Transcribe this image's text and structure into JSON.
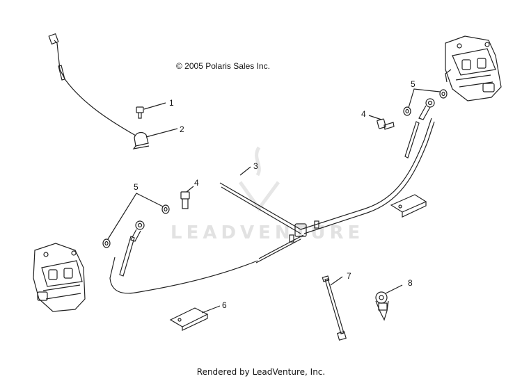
{
  "copyright": "© 2005 Polaris Sales Inc.",
  "footer": "Rendered by LeadVenture, Inc.",
  "watermark": "LEADVENTURE",
  "callouts": {
    "c1": "1",
    "c2": "2",
    "c3": "3",
    "c4a": "4",
    "c4b": "4",
    "c5a": "5",
    "c5b": "5",
    "c6": "6",
    "c7": "7",
    "c8": "8"
  }
}
